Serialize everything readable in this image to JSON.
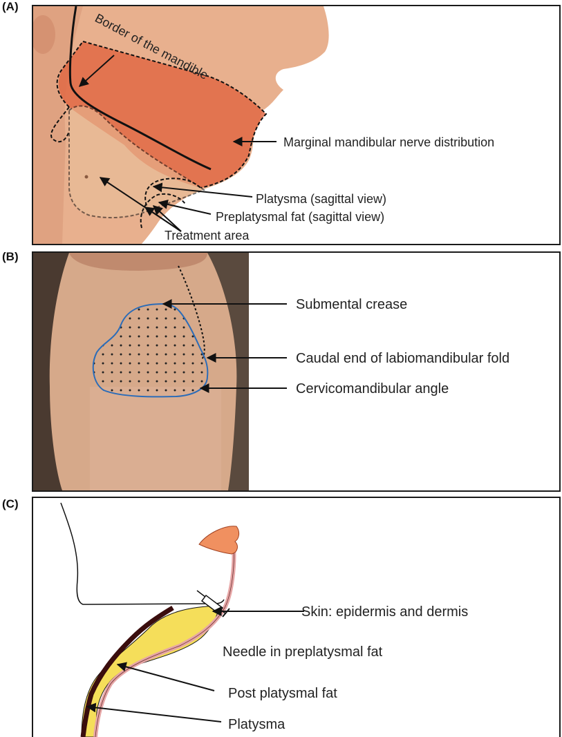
{
  "panels": {
    "a": {
      "label": "(A)",
      "border_label": "Border of the mandible",
      "nerve_label": "Marginal mandibular nerve distribution",
      "platysma_label": "Platysma (sagittal view)",
      "prefat_label": "Preplatysmal fat (sagittal view)",
      "treatment_label": "Treatment area"
    },
    "b": {
      "label": "(B)",
      "submental_label": "Submental crease",
      "labio_label": "Caudal end of labiomandibular fold",
      "cervico_label": "Cervicomandibular angle"
    },
    "c": {
      "label": "(C)",
      "skin_label": "Skin: epidermis and dermis",
      "needle_label": "Needle in preplatysmal fat",
      "postfat_label": "Post platysmal fat",
      "platysma_label": "Platysma"
    }
  },
  "colors": {
    "nerve_region": "#e06a45",
    "skin": "#e8b08e",
    "fat": "#f5de5a",
    "platysma": "#3a0d0d",
    "dermis": "#e6a6a6",
    "lip": "#f09060",
    "outline_blue": "#2b6cb8"
  }
}
